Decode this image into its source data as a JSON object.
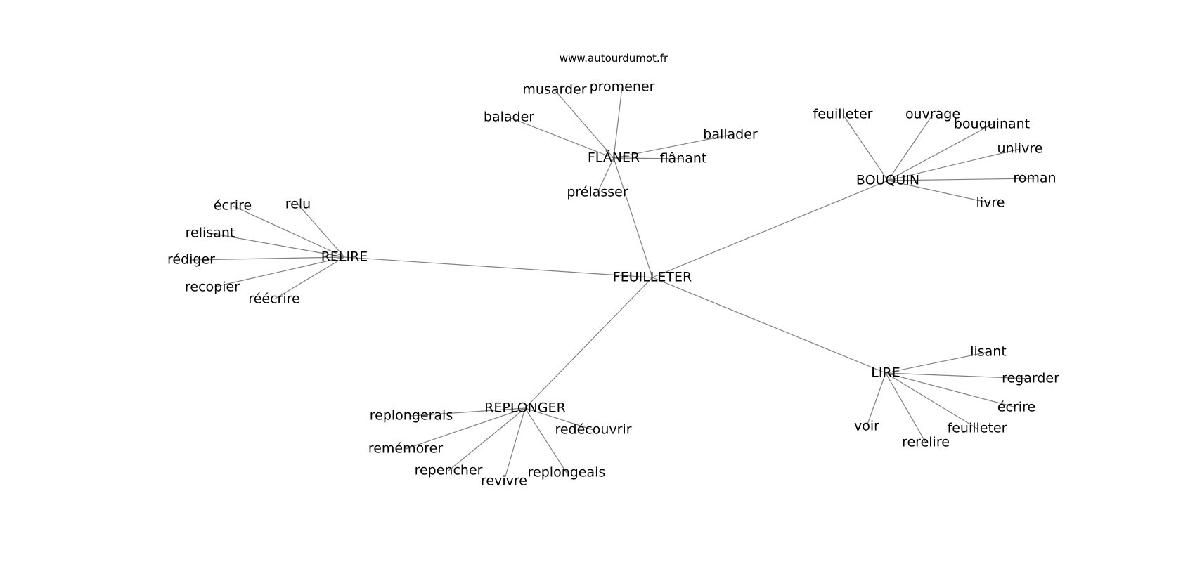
{
  "source": "www.autourdumot.fr",
  "root": "FEUILLETER",
  "groups": [
    {
      "hub": "FLÂNER",
      "words": [
        "musarder",
        "promener",
        "balader",
        "ballader",
        "flânant",
        "prélasser"
      ]
    },
    {
      "hub": "BOUQUIN",
      "words": [
        "feuilleter",
        "ouvrage",
        "bouquinant",
        "unlivre",
        "roman",
        "livre"
      ]
    },
    {
      "hub": "RELIRE",
      "words": [
        "écrire",
        "relu",
        "relisant",
        "rédiger",
        "recopier",
        "réécrire"
      ]
    },
    {
      "hub": "LIRE",
      "words": [
        "lisant",
        "regarder",
        "écrire",
        "feuilleter",
        "rerelire",
        "voir"
      ]
    },
    {
      "hub": "REPLONGER",
      "words": [
        "replongerais",
        "redécouvrir",
        "remémorer",
        "repencher",
        "revivre",
        "replongeais"
      ]
    }
  ]
}
